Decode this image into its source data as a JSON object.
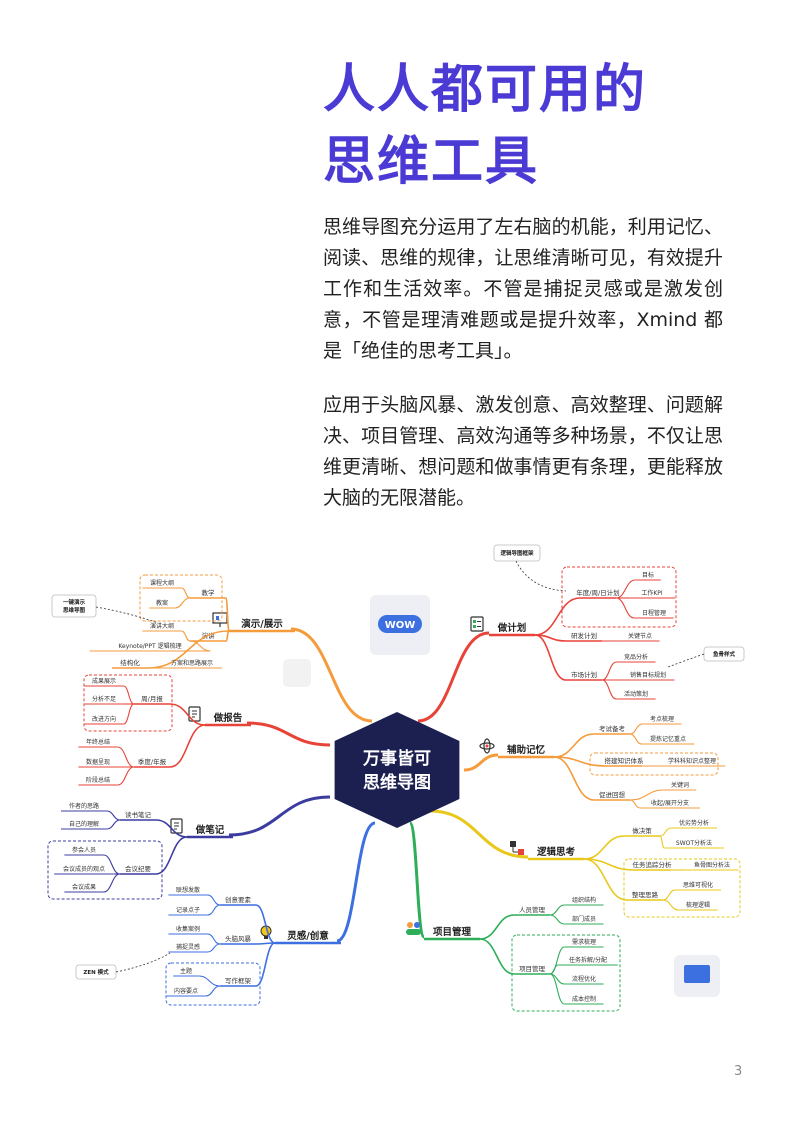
{
  "heading": {
    "line1": "人人都可用的",
    "line2": "思维工具"
  },
  "paragraphs": [
    "思维导图充分运用了左右脑的机能，利用记忆、阅读、思维的规律，让思维清晰可见，有效提升工作和生活效率。不管是捕捉灵感或是激发创意，不管是理清难题或是提升效率，Xmind 都是「绝佳的思考工具」。",
    "应用于头脑风暴、激发创意、高效整理、问题解决、项目管理、高效沟通等多种场景，不仅让思维更清晰、想问题和做事情更有条理，更能释放大脑的无限潜能。"
  ],
  "mindmap": {
    "center": {
      "line1": "万事皆可",
      "line2": "思维导图"
    },
    "branches": [
      {
        "label": "演示/展示",
        "icon": "presentation-icon",
        "color": "#f59b3c",
        "children": [
          {
            "label": "教学",
            "leaves": [
              "课程大纲",
              "教案"
            ]
          },
          {
            "label": "演讲",
            "leaves": [
              "演讲大纲",
              "Keynote/PPT 逻辑梳理"
            ]
          },
          {
            "label": "结构化",
            "leaves": [
              "方案和思路展示"
            ]
          }
        ],
        "callout": "一键演示\n思维导图"
      },
      {
        "label": "做报告",
        "icon": "document-icon",
        "color": "#e84338",
        "children": [
          {
            "label": "周/月报",
            "leaves": [
              "成果展示",
              "分析不足",
              "改进方向"
            ]
          },
          {
            "label": "季度/年报",
            "leaves": [
              "年终总结",
              "数据呈现",
              "阶段总结"
            ]
          }
        ]
      },
      {
        "label": "做笔记",
        "icon": "notes-icon",
        "color": "#3c3ca0",
        "children": [
          {
            "label": "读书笔记",
            "leaves": [
              "作者的思路",
              "自己的理解"
            ]
          },
          {
            "label": "会议纪要",
            "leaves": [
              "参会人员",
              "会议成员的观点",
              "会议成果"
            ]
          }
        ]
      },
      {
        "label": "灵感/创意",
        "icon": "lightbulb-icon",
        "color": "#3c6fe0",
        "children": [
          {
            "label": "创意要素",
            "leaves": [
              "联想发散",
              "记录点子"
            ]
          },
          {
            "label": "头脑风暴",
            "leaves": [
              "收集案例",
              "捕捉灵感"
            ]
          },
          {
            "label": "写作框架",
            "leaves": [
              "主题",
              "内容要点"
            ]
          }
        ],
        "callout": "ZEN 模式"
      },
      {
        "label": "做计划",
        "icon": "checklist-icon",
        "color": "#e84338",
        "children": [
          {
            "label": "年度/周/日计划",
            "leaves": [
              "目标",
              "工作KPI",
              "日程管理"
            ]
          },
          {
            "label": "研发计划",
            "leaves": [
              "关键节点"
            ]
          },
          {
            "label": "市场计划",
            "leaves": [
              "竞品分析",
              "销售目标规划",
              "活动策划"
            ]
          }
        ],
        "callout": "逻辑导图框架",
        "callout2": "鱼骨样式"
      },
      {
        "label": "辅助记忆",
        "icon": "atom-icon",
        "color": "#f59b3c",
        "children": [
          {
            "label": "考试备考",
            "leaves": [
              "考点梳理",
              "提炼记忆重点"
            ]
          },
          {
            "label": "搭建知识体系",
            "leaves": [
              "学科科知识点整理"
            ]
          },
          {
            "label": "促进回想",
            "leaves": [
              "关键词",
              "收起/展开分支"
            ]
          }
        ]
      },
      {
        "label": "逻辑思考",
        "icon": "flowchart-icon",
        "color": "#e8c81a",
        "children": [
          {
            "label": "做决策",
            "leaves": [
              "优劣势分析",
              "SWOT分析法"
            ]
          },
          {
            "label": "任务追踪分析",
            "leaves": [
              "鱼骨图分析法"
            ]
          },
          {
            "label": "整理思路",
            "leaves": [
              "思维可视化",
              "梳理逻辑"
            ]
          }
        ]
      },
      {
        "label": "项目管理",
        "icon": "team-icon",
        "color": "#2fae5a",
        "children": [
          {
            "label": "人员管理",
            "leaves": [
              "组织结构",
              "部门成员"
            ]
          },
          {
            "label": "项目管理",
            "leaves": [
              "需求梳理",
              "任务拆解/分配",
              "流程优化",
              "成本控制"
            ]
          }
        ]
      }
    ]
  },
  "page_number": "3"
}
